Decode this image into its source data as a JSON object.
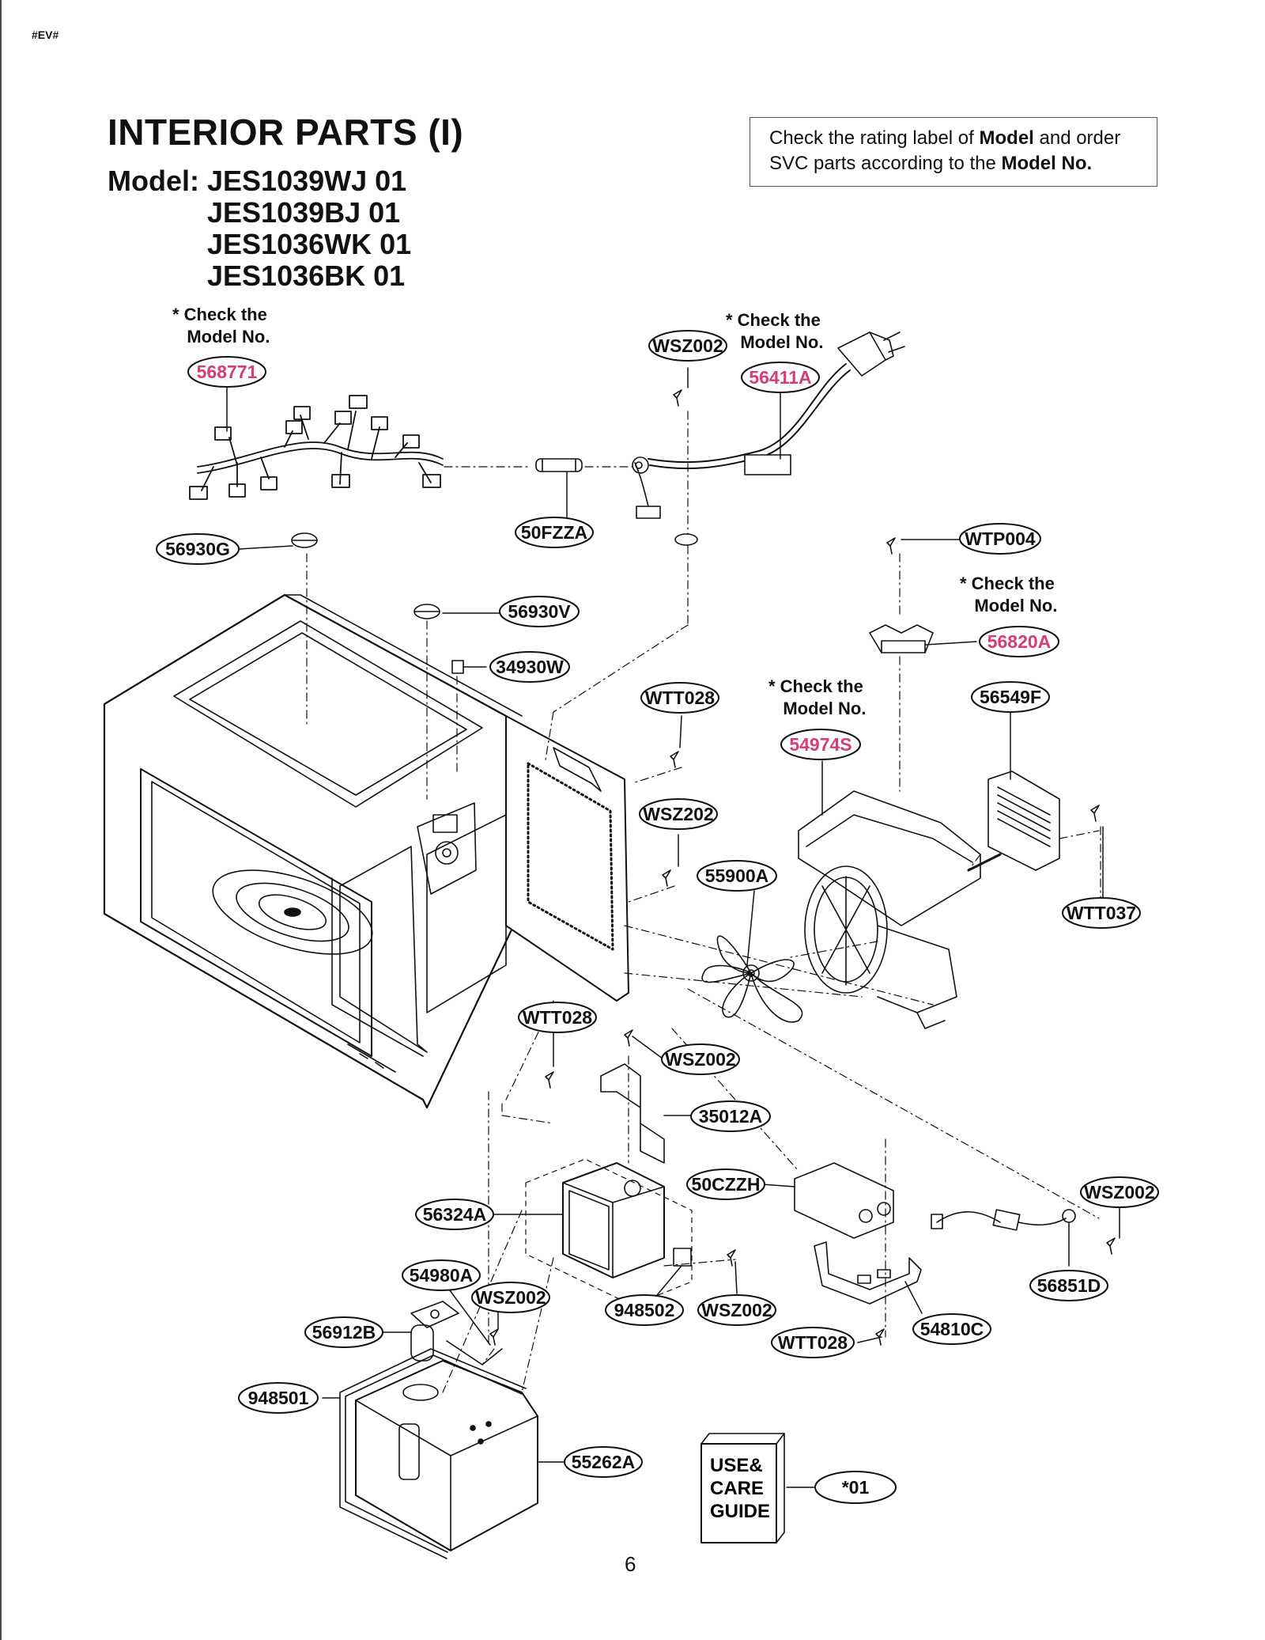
{
  "header": {
    "corner_tag": "#EV#",
    "title": "INTERIOR PARTS (I)",
    "model_label": "Model:",
    "models": [
      "JES1039WJ 01",
      "JES1039BJ 01",
      "JES1036WK 01",
      "JES1036BK 01"
    ]
  },
  "notice": {
    "text_1": "Check the rating label of ",
    "bold_1": "Model",
    "text_2": " and order SVC parts according to the ",
    "bold_2": "Model No."
  },
  "notes": {
    "check_model": "* Check the\n   Model No."
  },
  "colors": {
    "highlight_part": "#d63c7a",
    "line": "#111111",
    "box_border": "#555555"
  },
  "parts": [
    {
      "id": "p568771",
      "label": "568771",
      "highlight": true
    },
    {
      "id": "pWSZ002a",
      "label": "WSZ002",
      "highlight": false
    },
    {
      "id": "p56411A",
      "label": "56411A",
      "highlight": true
    },
    {
      "id": "p50FZZA",
      "label": "50FZZA",
      "highlight": false
    },
    {
      "id": "p56930G",
      "label": "56930G",
      "highlight": false
    },
    {
      "id": "pWTP004",
      "label": "WTP004",
      "highlight": false
    },
    {
      "id": "p56930V",
      "label": "56930V",
      "highlight": false
    },
    {
      "id": "p56820A",
      "label": "56820A",
      "highlight": true
    },
    {
      "id": "p34930W",
      "label": "34930W",
      "highlight": false
    },
    {
      "id": "pWTT028a",
      "label": "WTT028",
      "highlight": false
    },
    {
      "id": "p56549F",
      "label": "56549F",
      "highlight": false
    },
    {
      "id": "p54974S",
      "label": "54974S",
      "highlight": true
    },
    {
      "id": "pWSZ202",
      "label": "WSZ202",
      "highlight": false
    },
    {
      "id": "p55900A",
      "label": "55900A",
      "highlight": false
    },
    {
      "id": "pWTT037",
      "label": "WTT037",
      "highlight": false
    },
    {
      "id": "pWTT028b",
      "label": "WTT028",
      "highlight": false
    },
    {
      "id": "pWSZ002b",
      "label": "WSZ002",
      "highlight": false
    },
    {
      "id": "p35012A",
      "label": "35012A",
      "highlight": false
    },
    {
      "id": "p50CZZH",
      "label": "50CZZH",
      "highlight": false
    },
    {
      "id": "pWSZ002c",
      "label": "WSZ002",
      "highlight": false
    },
    {
      "id": "p56324A",
      "label": "56324A",
      "highlight": false
    },
    {
      "id": "p54980A",
      "label": "54980A",
      "highlight": false
    },
    {
      "id": "pWSZ002d",
      "label": "WSZ002",
      "highlight": false
    },
    {
      "id": "p948502",
      "label": "948502",
      "highlight": false
    },
    {
      "id": "pWSZ002e",
      "label": "WSZ002",
      "highlight": false
    },
    {
      "id": "p56851D",
      "label": "56851D",
      "highlight": false
    },
    {
      "id": "p56912B",
      "label": "56912B",
      "highlight": false
    },
    {
      "id": "pWTT028c",
      "label": "WTT028",
      "highlight": false
    },
    {
      "id": "p54810C",
      "label": "54810C",
      "highlight": false
    },
    {
      "id": "p948501",
      "label": "948501",
      "highlight": false
    },
    {
      "id": "p55262A",
      "label": "55262A",
      "highlight": false
    },
    {
      "id": "p01",
      "label": "*01",
      "highlight": false
    }
  ],
  "guide": {
    "lines": [
      "USE&",
      "CARE",
      "GUIDE"
    ]
  },
  "page_number": "6"
}
